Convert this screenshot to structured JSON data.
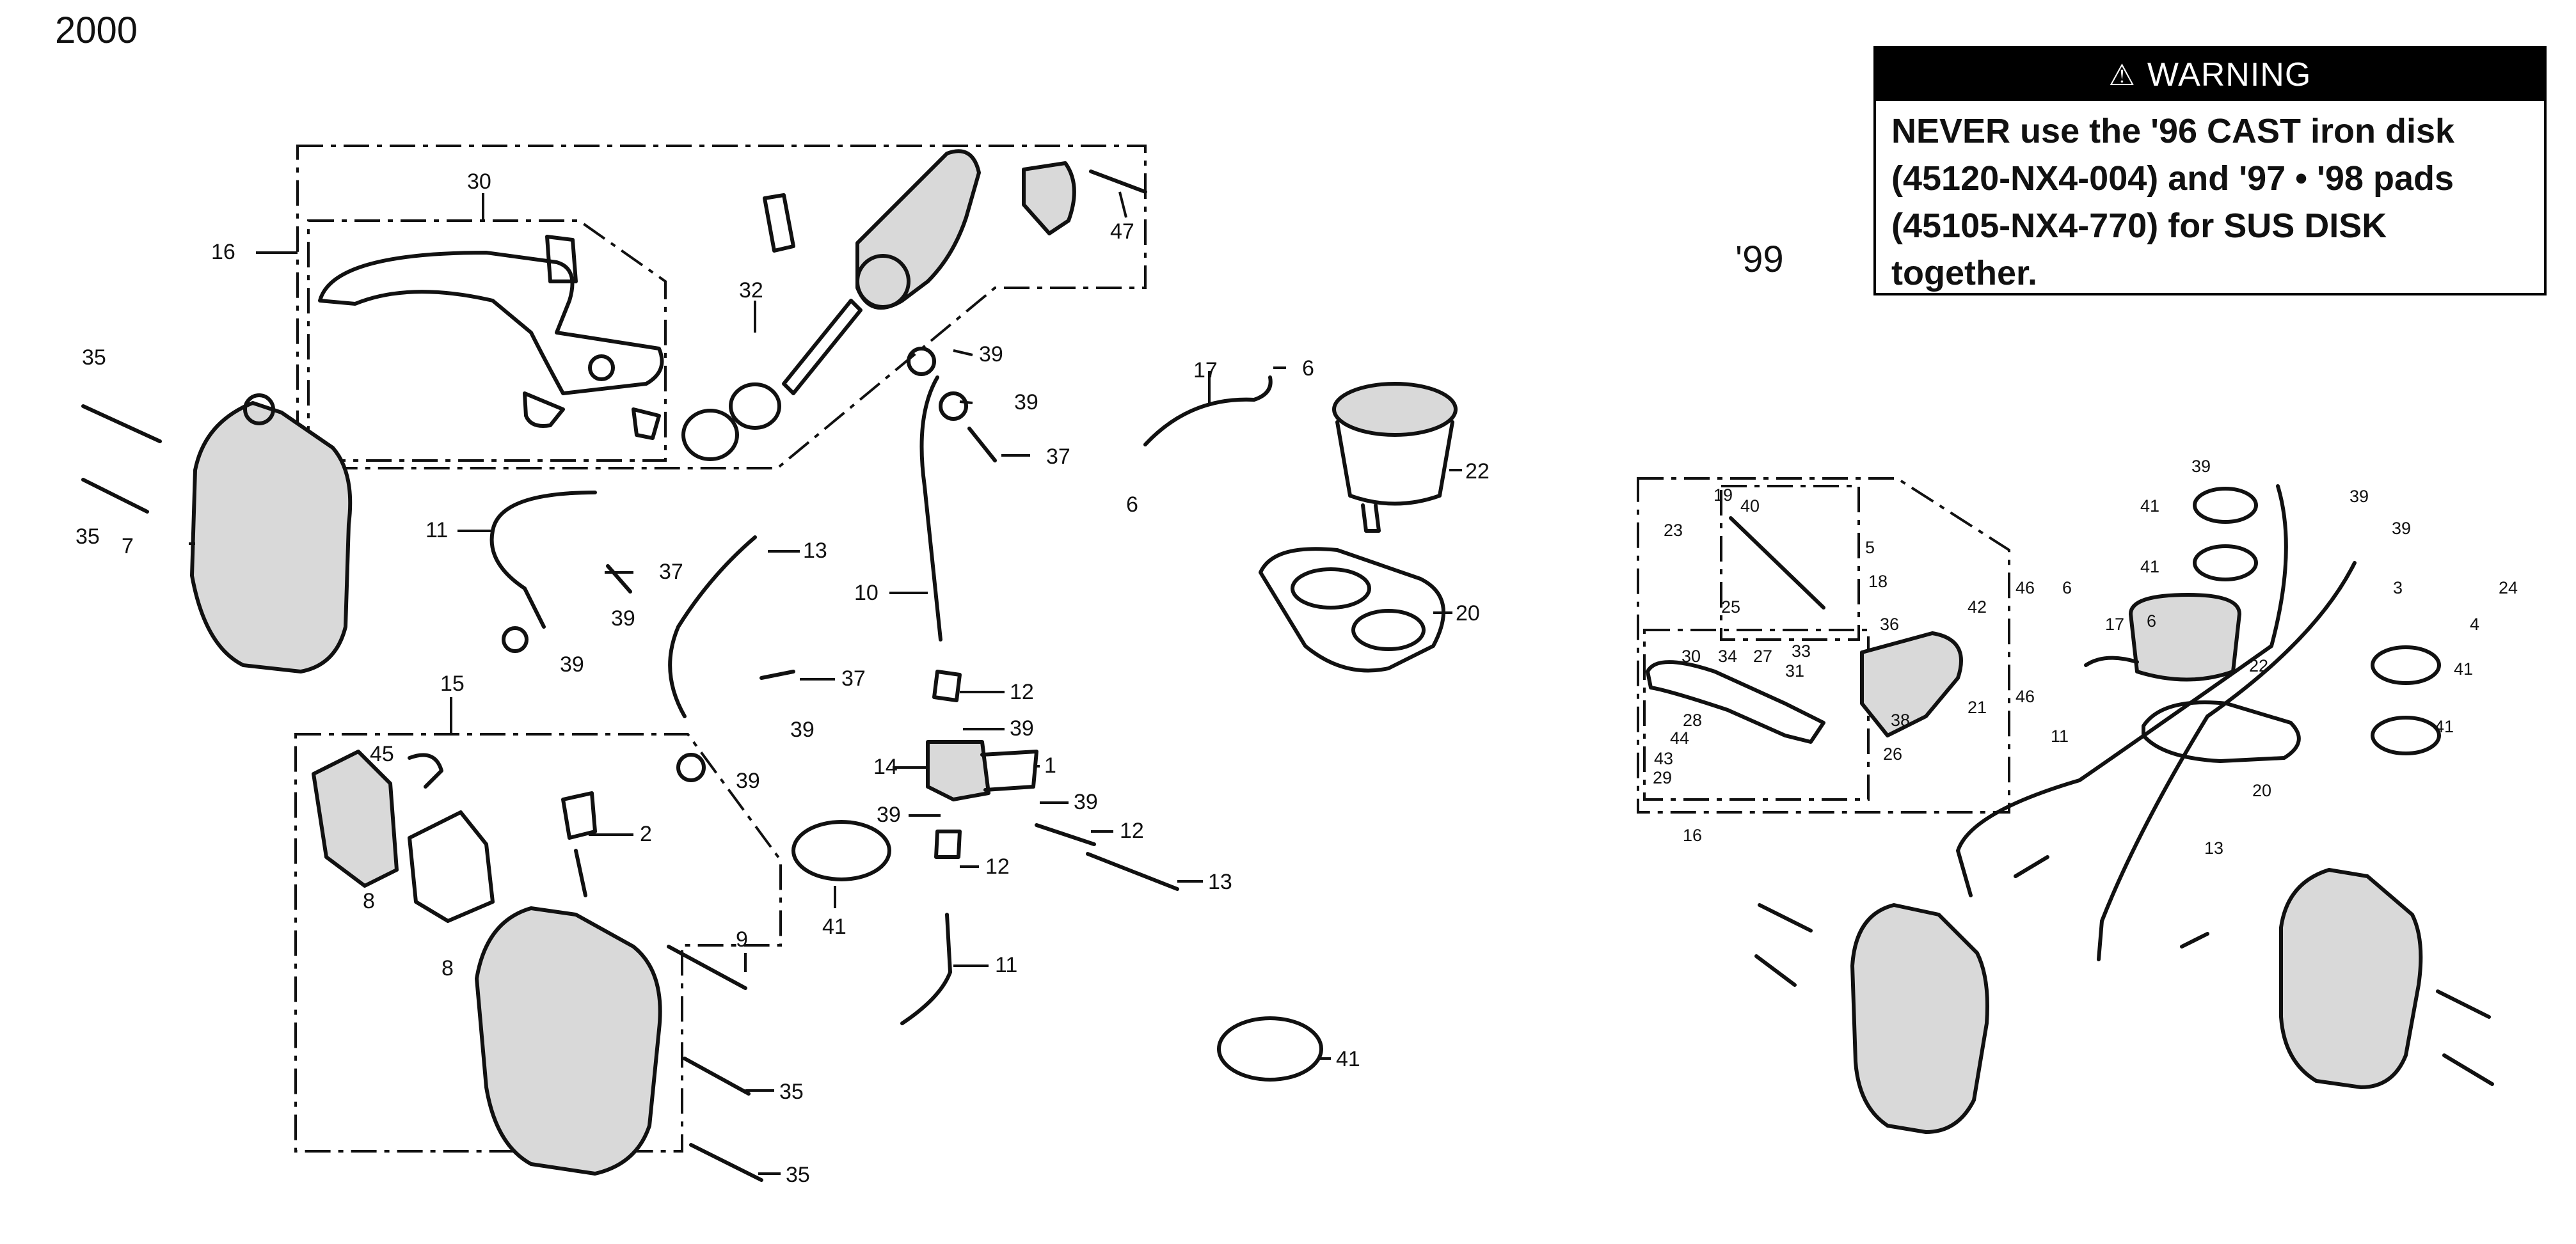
{
  "labels": {
    "year_top": "2000",
    "year_alt": "'99"
  },
  "warning": {
    "header": "WARNING",
    "icon": "warning-triangle-icon",
    "lines": [
      "NEVER use the '96 CAST iron disk",
      "(45120-NX4-004) and '97 • '98 pads",
      "(45105-NX4-770) for SUS DISK",
      "together."
    ]
  },
  "callouts_2000": [
    "30",
    "16",
    "47",
    "32",
    "35",
    "35",
    "7",
    "39",
    "39",
    "37",
    "17",
    "6",
    "6",
    "22",
    "20",
    "11",
    "37",
    "39",
    "39",
    "13",
    "10",
    "37",
    "39",
    "39",
    "12",
    "39",
    "14",
    "1",
    "39",
    "39",
    "12",
    "15",
    "45",
    "2",
    "8",
    "8",
    "9",
    "12",
    "41",
    "11",
    "13",
    "35",
    "35",
    "41"
  ],
  "callouts_99": [
    "39",
    "39",
    "39",
    "41",
    "41",
    "41",
    "41",
    "24",
    "3",
    "4",
    "19",
    "40",
    "23",
    "5",
    "18",
    "42",
    "46",
    "46",
    "6",
    "6",
    "17",
    "22",
    "25",
    "36",
    "30",
    "34",
    "27",
    "33",
    "31",
    "21",
    "28",
    "44",
    "43",
    "29",
    "38",
    "26",
    "16",
    "11",
    "20",
    "13"
  ]
}
